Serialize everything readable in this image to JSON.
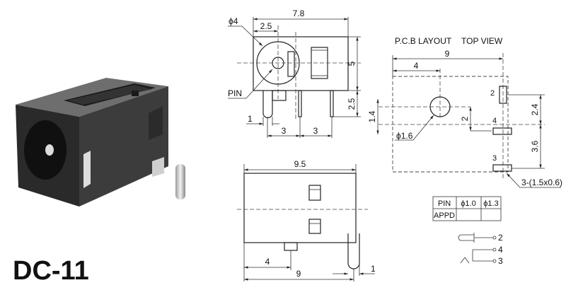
{
  "product": {
    "model": "DC-11"
  },
  "top_view": {
    "dim_width": "7.8",
    "dim_center": "2.5",
    "dim_diameter": "ϕ4",
    "dim_height": "5",
    "dim_pin_len": "2.5",
    "dim_pin_offset": "1",
    "dim_pitch_1": "3",
    "dim_pitch_2": "3",
    "pin_label": "PIN"
  },
  "side_view": {
    "dim_width": "9.5",
    "dim_pad_offset": "4",
    "dim_total": "9",
    "dim_pin": "1"
  },
  "pcb_layout": {
    "title": "P.C.B LAYOUT",
    "subtitle": "TOP VIEW",
    "dim_width": "9",
    "dim_hole_x": "4",
    "dim_hole_y": "1.4",
    "dim_hole_dia": "ϕ1.6",
    "dim_offset": "2",
    "dim_pin2": "2.4",
    "dim_pin3": "3.6",
    "pad_spec": "3-(1.5x0.6)",
    "pin_labels": [
      "2",
      "4",
      "3"
    ]
  },
  "pin_table": {
    "headers": [
      "PIN",
      "ϕ1.0",
      "ϕ1.3"
    ],
    "rows": [
      [
        "APPD",
        "",
        ""
      ]
    ]
  },
  "schematic": {
    "pins": [
      "2",
      "4",
      "3"
    ]
  }
}
